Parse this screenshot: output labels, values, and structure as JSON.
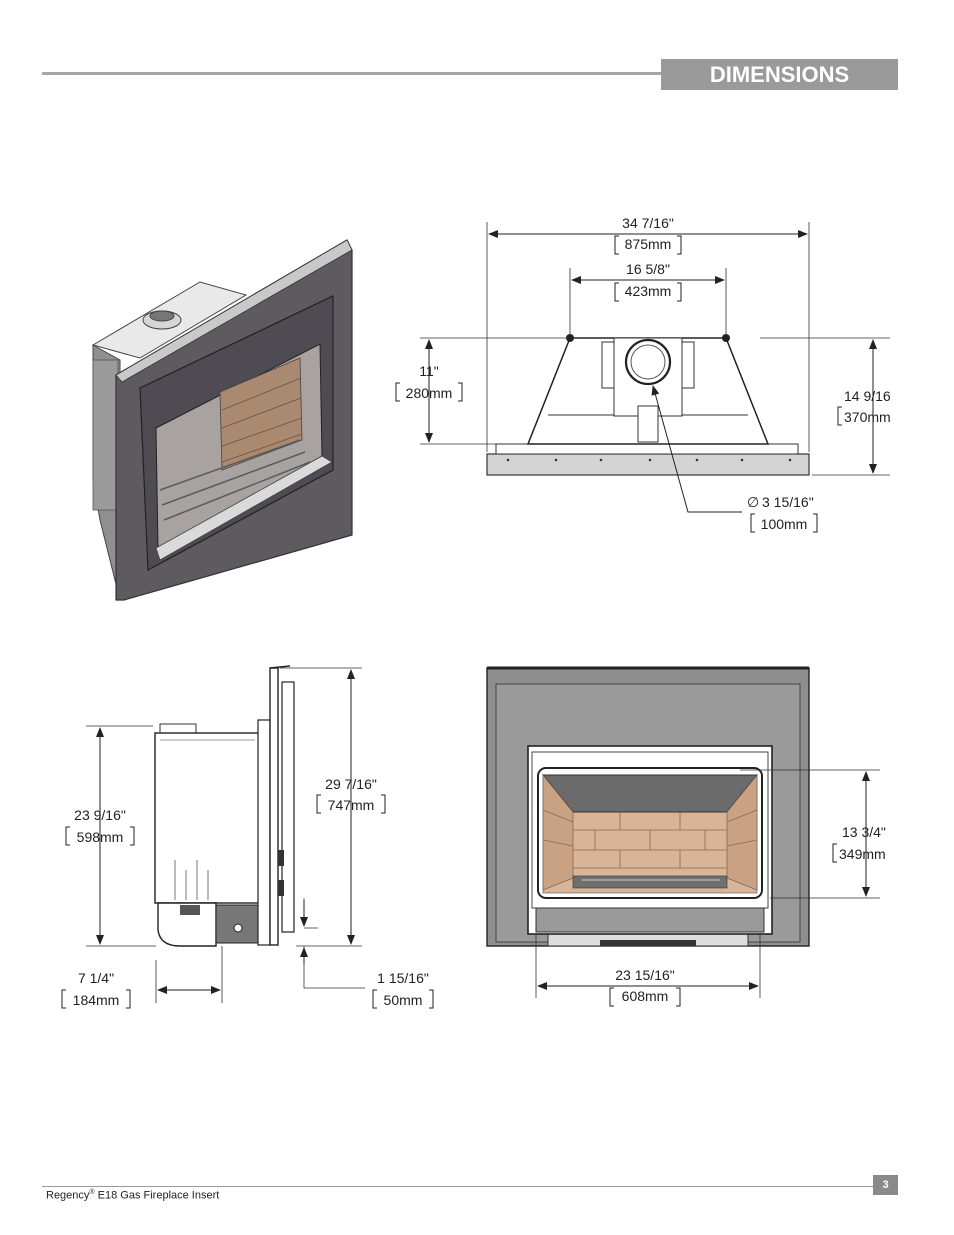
{
  "header": {
    "title": "DIMENSIONS"
  },
  "views": {
    "top": {
      "overall_width": {
        "in": "34 7/16\"",
        "mm": "875mm"
      },
      "bracket_spacing": {
        "in": "16 5/8\"",
        "mm": "423mm"
      },
      "depth_left": {
        "in": "11\"",
        "mm": "280mm"
      },
      "depth_right": {
        "in": "14 9/16",
        "mm": "370mm"
      },
      "flue_diameter": {
        "in": "3 15/16\"",
        "mm": "100mm",
        "symbol": "∅"
      }
    },
    "side": {
      "body_height": {
        "in": "23 9/16\"",
        "mm": "598mm"
      },
      "overall_height": {
        "in": "29 7/16\"",
        "mm": "747mm"
      },
      "base_depth": {
        "in": "7 1/4\"",
        "mm": "184mm"
      },
      "front_offset": {
        "in": "1 15/16\"",
        "mm": "50mm"
      }
    },
    "front": {
      "opening_height": {
        "in": "13 3/4\"",
        "mm": "349mm"
      },
      "opening_width": {
        "in": "23 15/16\"",
        "mm": "608mm"
      }
    }
  },
  "footer": {
    "brand": "Regency",
    "reg": "®",
    "product": " E18 Gas Fireplace Insert",
    "page": "3"
  },
  "colors": {
    "rule_gray": "#a6a6a6",
    "header_box": "#9a9a9a",
    "line": "#222222"
  }
}
